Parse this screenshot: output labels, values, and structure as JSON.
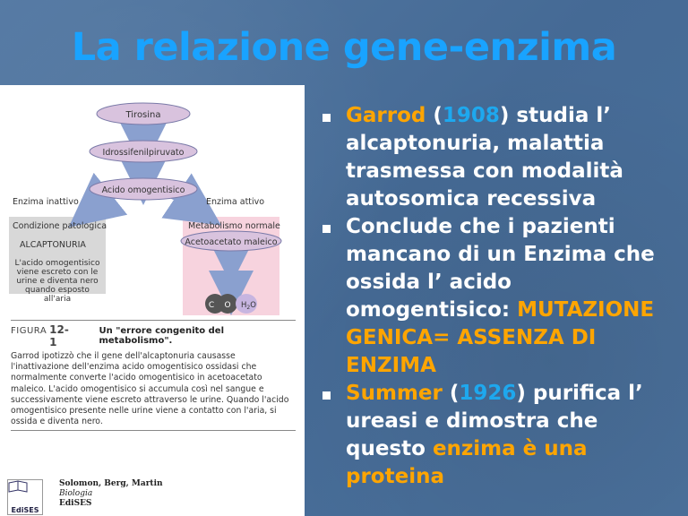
{
  "title": "La relazione gene-enzima",
  "figure": {
    "nodes": {
      "tirosina": "Tirosina",
      "idrossi": "Idrossifenilpiruvato",
      "acido": "Acido omogentisico",
      "acetoacetato": "Acetoacetato maleico",
      "co2_c": "C",
      "co2_o": "O",
      "h2o_h": "H",
      "h2o_o": "O"
    },
    "enzima_inattivo": "Enzima inattivo",
    "enzima_attivo": "Enzima attivo",
    "condizione": "Condizione patologica",
    "alcaptonuria": "ALCAPTONURIA",
    "cond_text_1": "L'acido omogentisico",
    "cond_text_2": "viene escreto con le",
    "cond_text_3": "urine e diventa nero",
    "cond_text_4": "quando esposto",
    "cond_text_5": "all'aria",
    "metabolismo": "Metabolismo normale",
    "fig_label": "FIGURA",
    "fig_num": "12-1",
    "fig_title": "Un \"errore congenito del metabolismo\".",
    "fig_text": "Garrod ipotizzò che il gene dell'alcaptonuria causasse l'inattivazione dell'enzima acido omogentisico ossidasi che normalmente converte l'acido omogentisico in acetoacetato maleico. L'acido omogentisico si accumula così nel sangue e successivamente viene escreto attraverso le urine. Quando l'acido omogentisico presente nelle urine viene a contatto con l'aria, si ossida e diventa nero.",
    "publisher_logo": "EdiSES",
    "publisher_authors": "Solomon, Berg, Martin",
    "publisher_book": "Biologia",
    "publisher_name": "EdiSES"
  },
  "bullets": [
    {
      "name_a": "Garrod",
      "paren_open": " (",
      "year": "1908",
      "rest_a": ") studia l’ alcaptonuria, malattia trasmessa con modalità autosomica recessiva"
    },
    {
      "text": "Conclude che i pazienti mancano di un Enzima che ossida l’ acido omogentisico:",
      "highlight": "MUTAZIONE GENICA= ASSENZA DI ENZIMA"
    },
    {
      "name_a": "Summer",
      "paren_open": " (",
      "year": "1926",
      "rest_a": ") purifica l’ ureasi e dimostra che questo ",
      "highlight": "enzima è una proteina"
    }
  ],
  "colors": {
    "background": "#4a6f9a",
    "title": "#19a3ff",
    "highlight": "#ffa500",
    "year": "#1ea8ee",
    "node_fill": "#d9c3de",
    "pathology_box": "#d8d8d8",
    "normal_box": "#f7d3de",
    "arrow": "#8aa0cf"
  }
}
